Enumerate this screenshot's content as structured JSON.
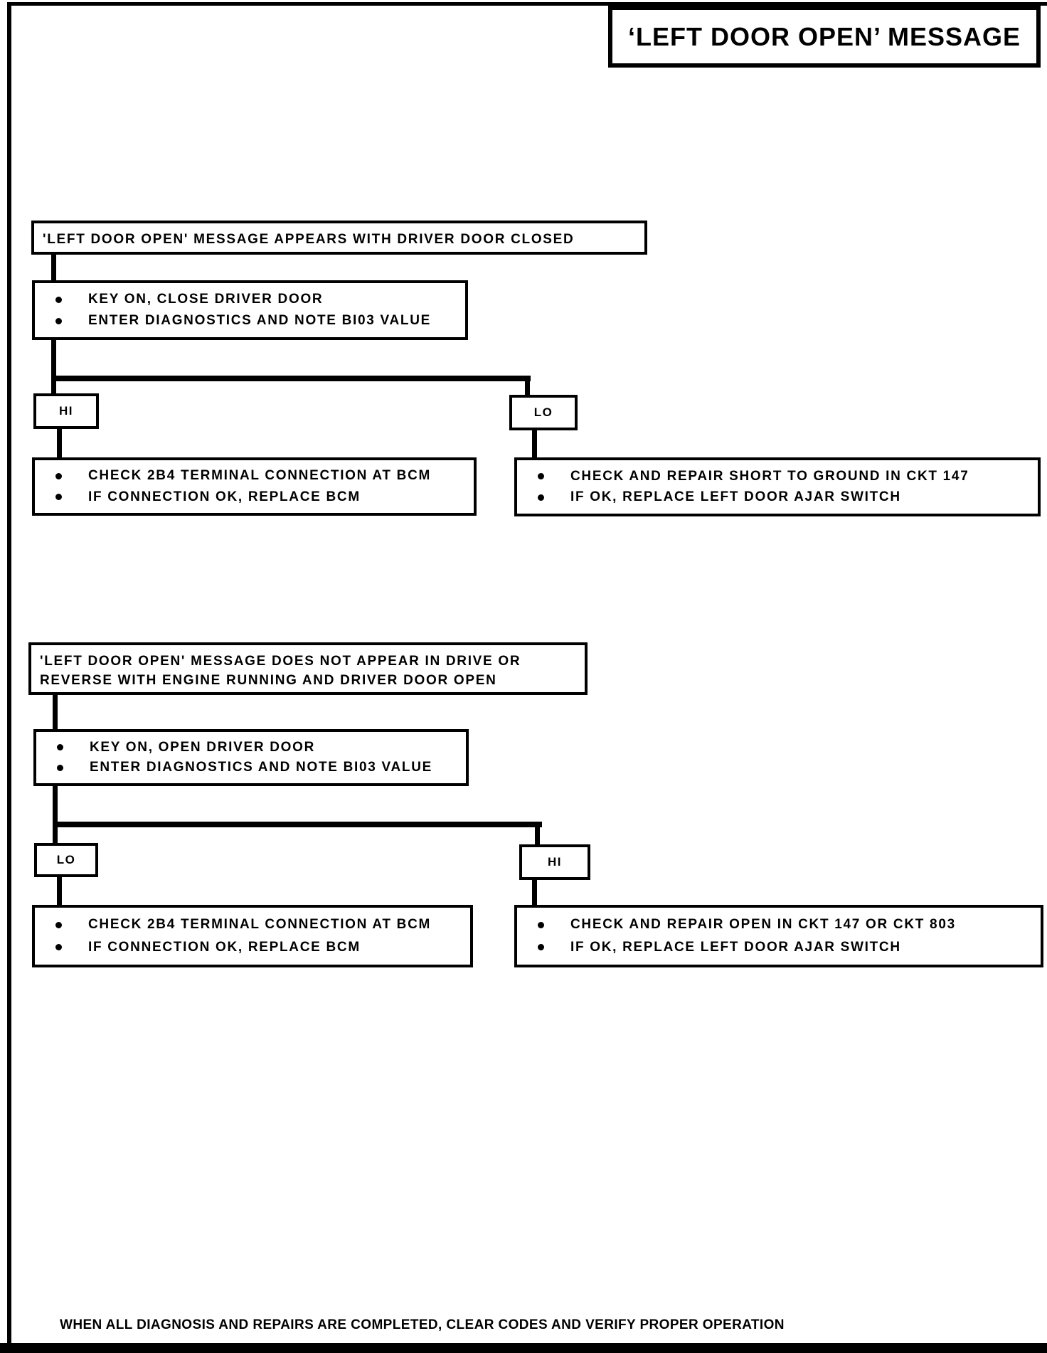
{
  "page": {
    "title": "‘LEFT DOOR OPEN’ MESSAGE",
    "footer": "WHEN ALL DIAGNOSIS AND REPAIRS ARE COMPLETED, CLEAR CODES AND VERIFY PROPER OPERATION"
  },
  "flows": [
    {
      "condition": "'LEFT DOOR OPEN' MESSAGE APPEARS WITH DRIVER DOOR CLOSED",
      "steps": [
        "KEY ON, CLOSE DRIVER DOOR",
        "ENTER DIAGNOSTICS AND NOTE BI03 VALUE"
      ],
      "left_branch": {
        "label": "HI",
        "actions": [
          "CHECK 2B4 TERMINAL CONNECTION AT BCM",
          "IF CONNECTION OK, REPLACE BCM"
        ]
      },
      "right_branch": {
        "label": "LO",
        "actions": [
          "CHECK AND REPAIR SHORT TO GROUND IN CKT 147",
          "IF OK, REPLACE LEFT DOOR AJAR SWITCH"
        ]
      }
    },
    {
      "condition": "'LEFT DOOR OPEN' MESSAGE DOES NOT APPEAR IN DRIVE OR REVERSE WITH ENGINE RUNNING AND DRIVER DOOR OPEN",
      "steps": [
        "KEY ON, OPEN DRIVER DOOR",
        "ENTER DIAGNOSTICS AND NOTE BI03 VALUE"
      ],
      "left_branch": {
        "label": "LO",
        "actions": [
          "CHECK 2B4 TERMINAL CONNECTION AT BCM",
          "IF CONNECTION OK, REPLACE BCM"
        ]
      },
      "right_branch": {
        "label": "HI",
        "actions": [
          "CHECK AND REPAIR OPEN IN CKT 147 OR CKT 803",
          "IF OK, REPLACE LEFT DOOR AJAR SWITCH"
        ]
      }
    }
  ]
}
